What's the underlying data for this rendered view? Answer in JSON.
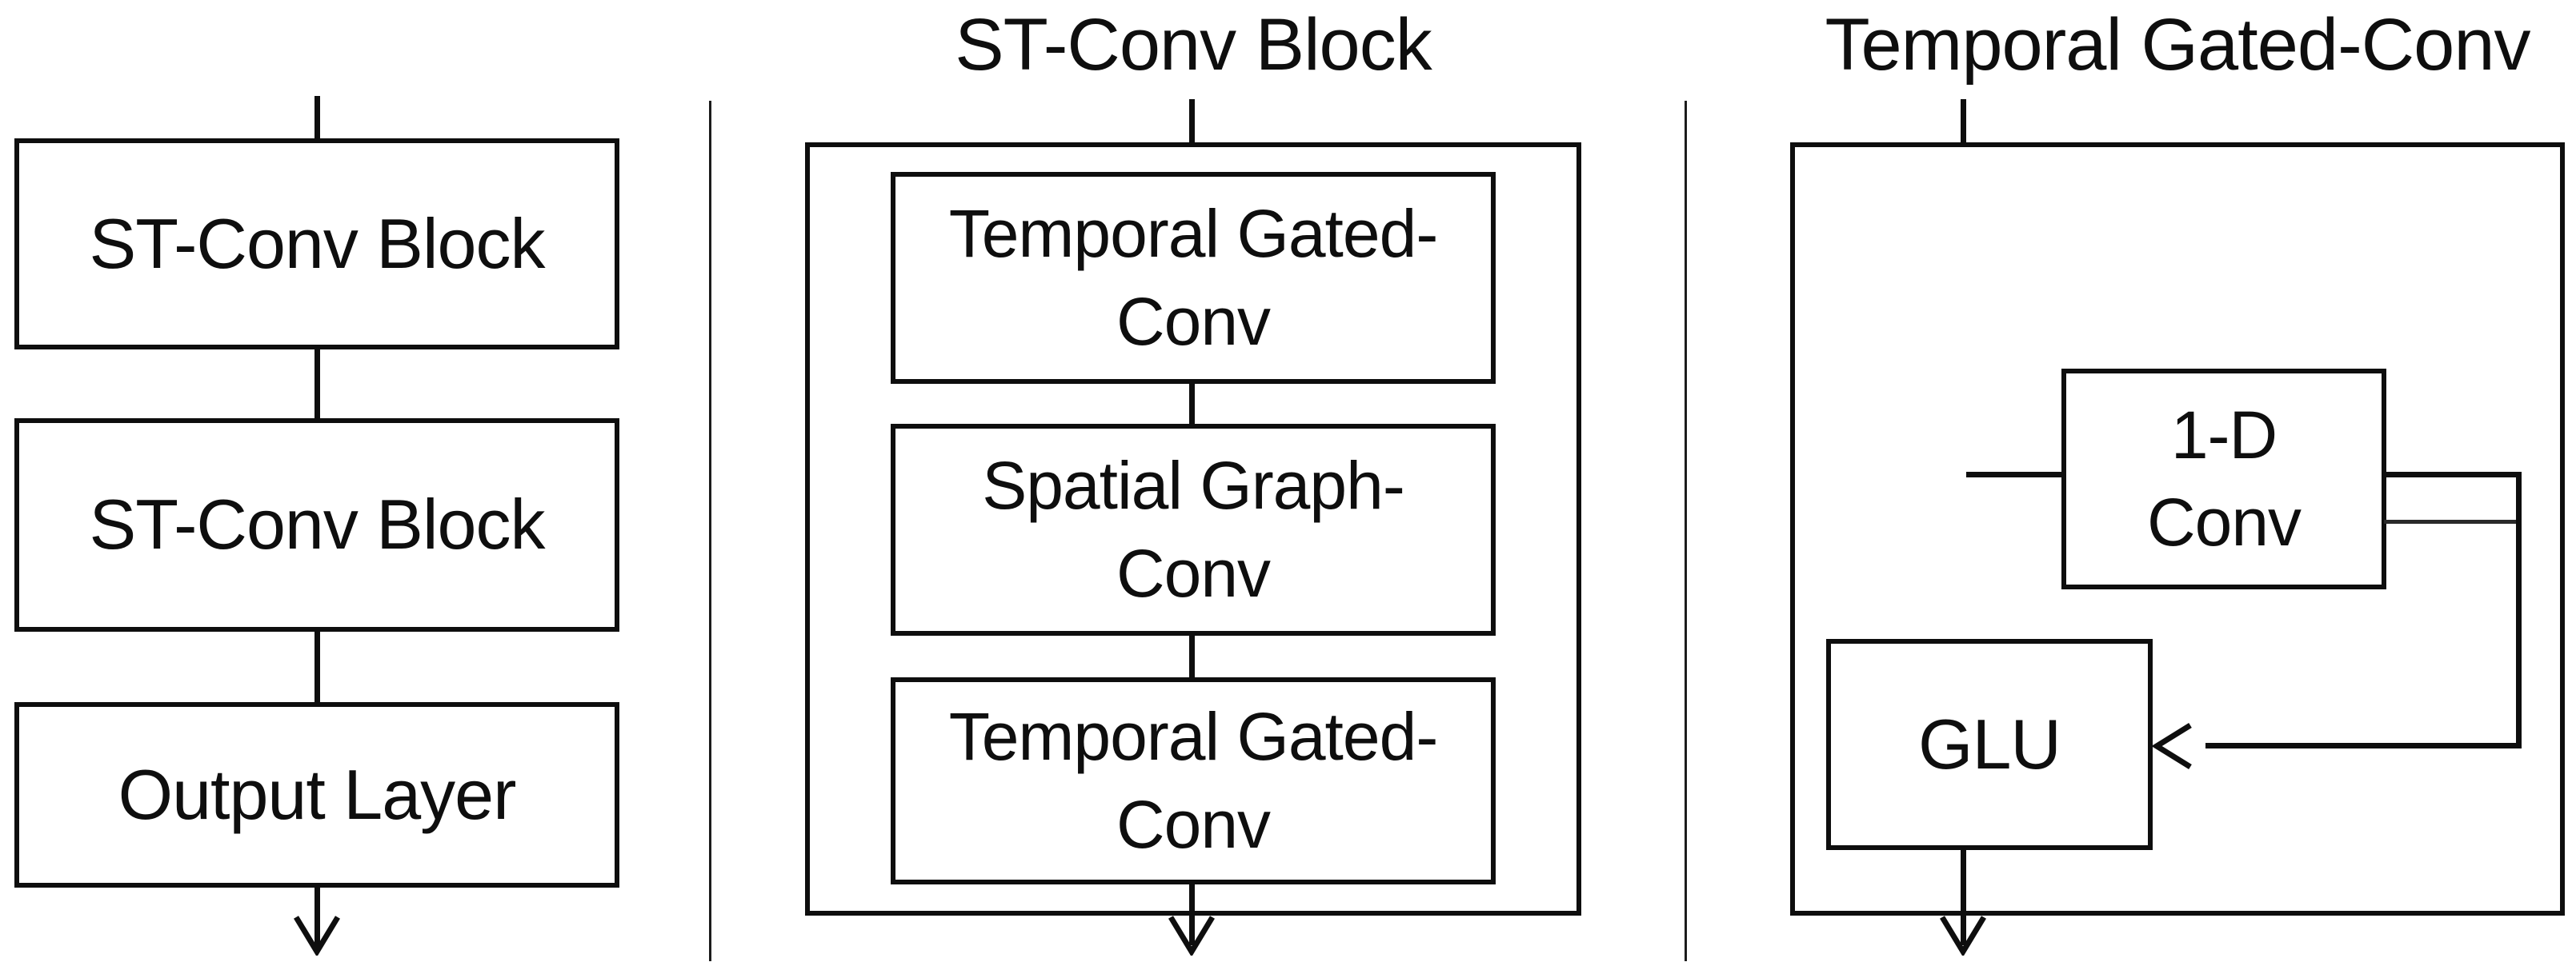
{
  "figure": {
    "background": "#ffffff",
    "ink": "#0e0e0e",
    "left_panel": {
      "box1": "ST-Conv Block",
      "box2": "ST-Conv Block",
      "box3": "Output Layer"
    },
    "middle_panel": {
      "title": "ST-Conv Block",
      "box1_line1": "Temporal Gated-",
      "box1_line2": "Conv",
      "box2_line1": "Spatial Graph-",
      "box2_line2": "Conv",
      "box3_line1": "Temporal Gated-",
      "box3_line2": "Conv"
    },
    "right_panel": {
      "title": "Temporal Gated-Conv",
      "conv_line1": "1-D",
      "conv_line2": "Conv",
      "glu": "GLU"
    }
  }
}
